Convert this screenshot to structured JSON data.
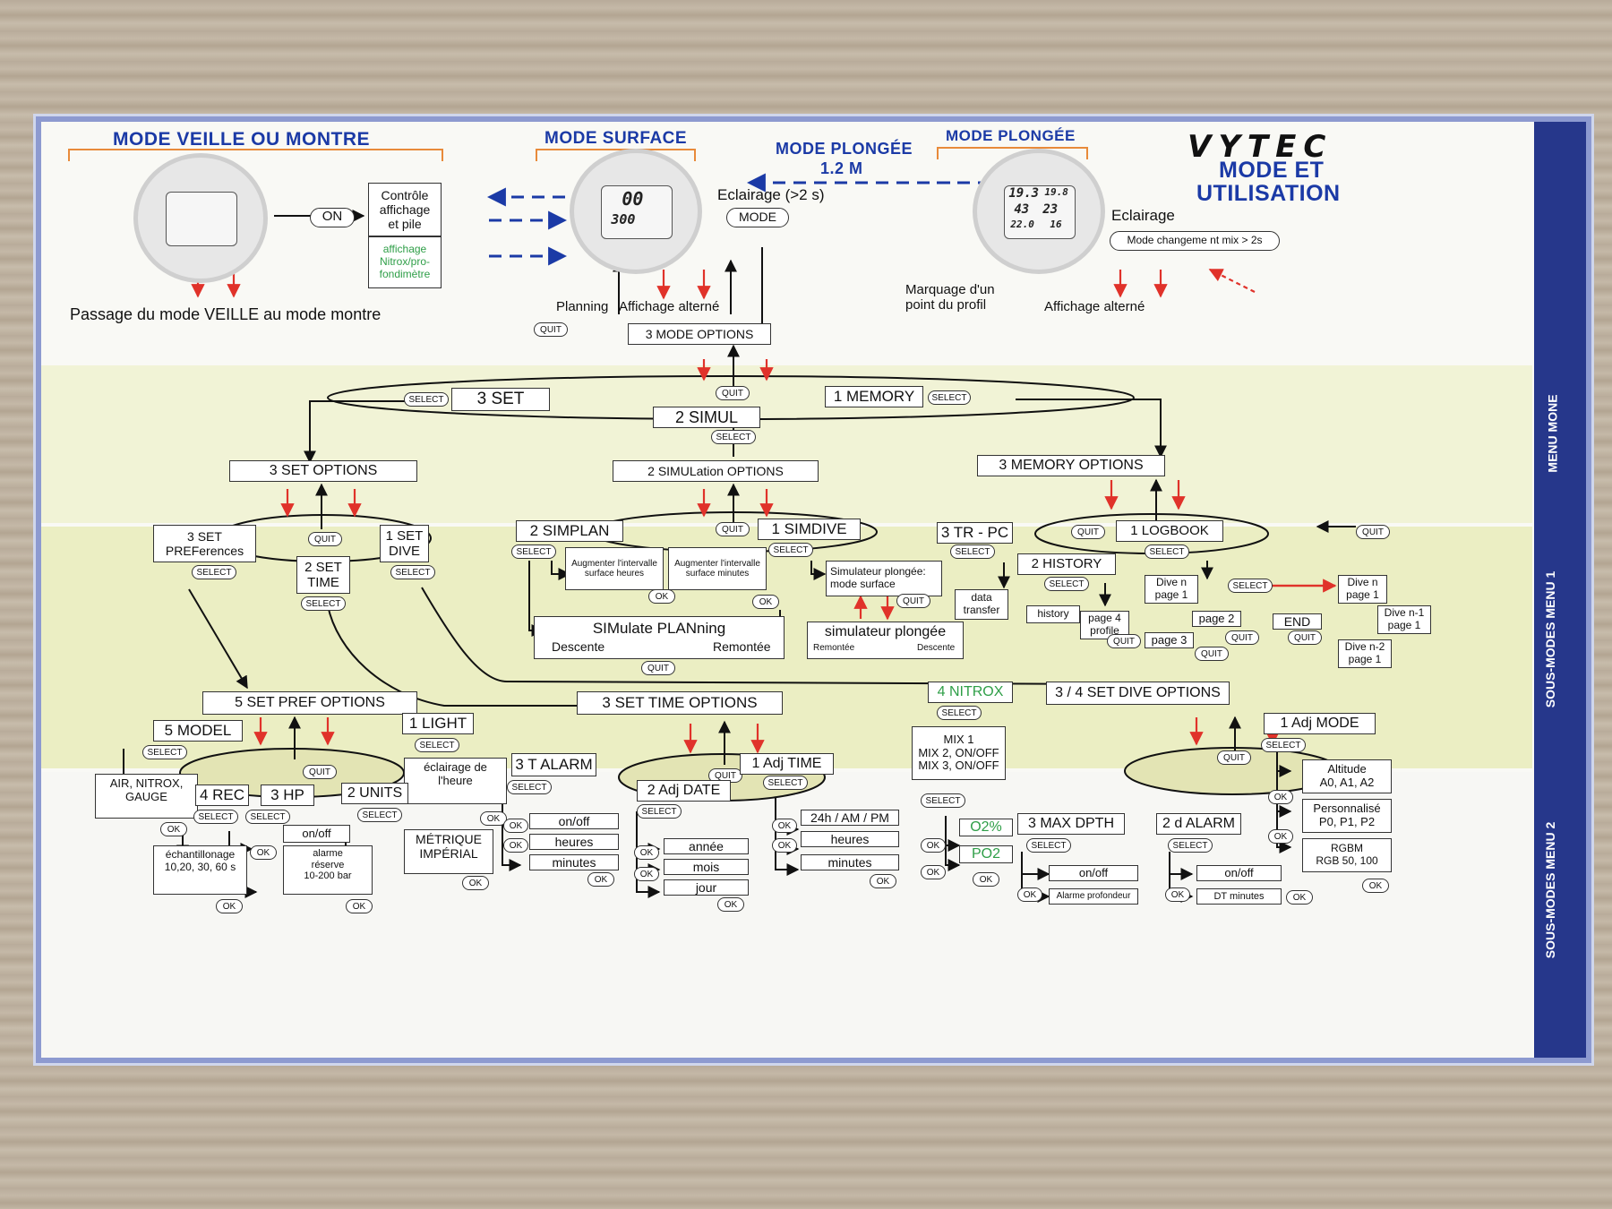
{
  "brand": {
    "logo": "VYTEC",
    "title_line1": "MODE ET",
    "title_line2": "UTILISATION"
  },
  "colors": {
    "accent_blue": "#1b3aa6",
    "arrow_red": "#e0322a",
    "orange": "#e88a3a",
    "green": "#2e9e47",
    "sidebar": "#26378b",
    "band_yellow": "#ebeec3"
  },
  "sidebar": {
    "menu": "MENU MONE",
    "sub1": "SOUS-MODES MENU 1",
    "sub2": "SOUS-MODES MENU 2"
  },
  "top": {
    "veille": {
      "header": "MODE VEILLE OU MONTRE",
      "caption": "Passage du mode VEILLE au mode montre",
      "on_label": "ON"
    },
    "controle": {
      "text": "Contrôle\naffichage\net pile",
      "green": "affichage\nNitrox/pro-\nfondimètre"
    },
    "surface": {
      "header": "MODE SURFACE",
      "eclairage": "Eclairage (>2 s)",
      "mode_button": "MODE",
      "lcd_top": "00",
      "lcd_bottom": "300",
      "quit": "QUIT",
      "planning": "Planning",
      "affichage": "Affichage alterné"
    },
    "link": {
      "line1": "MODE PLONGÉE",
      "line2": "1.2 M"
    },
    "plongee": {
      "header": "MODE PLONGÉE",
      "eclairage": "Eclairage",
      "mode_change": "Mode changeme nt mix > 2s",
      "lcd1": "19.3",
      "lcd2": "19.8",
      "lcd3": "43",
      "lcd4": "23",
      "lcd5": "22.0",
      "lcd6": "16",
      "marquage": "Marquage d'un\npoint du profil",
      "affichage": "Affichage alterné"
    }
  },
  "main": {
    "mode_options": "3 MODE OPTIONS",
    "quit": "QUIT",
    "select": "SELECT",
    "ok": "OK",
    "set": "3 SET",
    "simul": "2 SIMUL",
    "memory": "1 MEMORY",
    "set_options": "3 SET OPTIONS",
    "simul_options": "2 SIMULation OPTIONS",
    "memory_options": "3 MEMORY OPTIONS",
    "set_prefs": "3 SET\nPREFerences",
    "set_time": "2 SET\nTIME",
    "set_dive": "1 SET\nDIVE",
    "simplan": "2 SIMPLAN",
    "simdive": "1 SIMDIVE",
    "aug_heures": "Augmenter l'intervalle\nsurface heures",
    "aug_minutes": "Augmenter l'intervalle\nsurface minutes",
    "sim_surface": "Simulateur plongée:\nmode surface",
    "simulate_planning": "SIMulate PLANning",
    "descente": "Descente",
    "remontee": "Remontée",
    "simulateur": "simulateur plongée",
    "sim_remontee": "Remontée",
    "sim_descente": "Descente",
    "trpc": "3 TR - PC",
    "history": "2 HISTORY",
    "logbook": "1 LOGBOOK",
    "data_transfer": "data\ntransfer",
    "history_item": "history",
    "dive_n_p1": "Dive n\npage 1",
    "page4": "page 4\nprofile",
    "page2": "page 2",
    "page3": "page 3",
    "dive_n1": "Dive n\npage 1",
    "end": "END",
    "dive_nm1": "Dive n-1\npage 1",
    "dive_nm2": "Dive n-2\npage 1"
  },
  "sub2": {
    "pref_options": "5 SET PREF OPTIONS",
    "model": "5 MODEL",
    "model_opts": "AIR, NITROX,\nGAUGE",
    "light": "1 LIGHT",
    "light_opt": "éclairage de\nl'heure",
    "rec": "4 REC",
    "rec_opt": "échantillonage\n10,20, 30, 60 s",
    "hp": "3 HP",
    "hp_on": "on/off",
    "hp_alarm": "alarme\nréserve\n10-200 bar",
    "units": "2 UNITS",
    "units_opt": "MÉTRIQUE\nIMPÉRIAL",
    "time_options": "3 SET TIME OPTIONS",
    "talarm": "3 T ALARM",
    "ta_on": "on/off",
    "ta_h": "heures",
    "ta_m": "minutes",
    "adj_date": "2 Adj DATE",
    "annee": "année",
    "mois": "mois",
    "jour": "jour",
    "adj_time": "1 Adj TIME",
    "ampm": "24h / AM / PM",
    "at_h": "heures",
    "at_m": "minutes",
    "nitrox": "4 NITROX",
    "mix": "MIX 1\nMIX 2, ON/OFF\nMIX 3, ON/OFF",
    "o2": "O2%",
    "po2": "PO2",
    "dive_options": "3 / 4 SET DIVE OPTIONS",
    "max_dpth": "3 MAX DPTH",
    "md_on": "on/off",
    "md_alarm": "Alarme profondeur",
    "d_alarm": "2 d ALARM",
    "da_on": "on/off",
    "da_dt": "DT minutes",
    "adj_mode": "1 Adj MODE",
    "altitude": "Altitude\nA0, A1, A2",
    "perso": "Personnalisé\nP0, P1, P2",
    "rgbm": "RGBM\nRGB 50, 100"
  }
}
